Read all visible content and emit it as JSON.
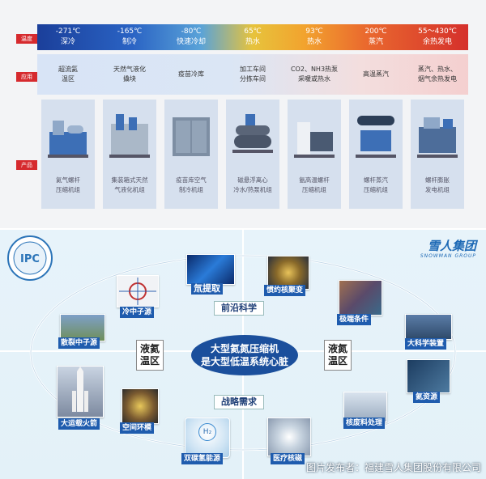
{
  "top_table": {
    "row_labels": {
      "temperature": "温度",
      "application": "应用",
      "product": "产品"
    },
    "temperatures": [
      {
        "value": "-271℃",
        "label": "深冷"
      },
      {
        "value": "-165℃",
        "label": "制冷"
      },
      {
        "value": "-80℃",
        "label": "快速冷却"
      },
      {
        "value": "65℃",
        "label": "热水"
      },
      {
        "value": "93℃",
        "label": "热水"
      },
      {
        "value": "200℃",
        "label": "蒸汽"
      },
      {
        "value": "55～430℃",
        "label": "余热发电"
      }
    ],
    "applications": [
      "超流氦\n温区",
      "天然气液化\n撬块",
      "疫苗冷库",
      "加工车间\n分拣车间",
      "CO2、NH3热泵\n采暖或热水",
      "高温蒸汽",
      "蒸汽、热水、\n烟气余热发电"
    ],
    "products": [
      "氦气螺杆\n压缩机组",
      "集装箱式天然\n气液化机组",
      "疫苗库空气\n制冷机组",
      "磁悬浮离心\n冷水/热泵机组",
      "氨高温螺杆\n压缩机组",
      "螺杆蒸汽\n压缩机组",
      "螺杆膨胀\n发电机组"
    ]
  },
  "diagram": {
    "ipc_logo": "IPC",
    "brand_cn": "雪人集团",
    "brand_en": "SNOWMAN GROUP",
    "center": {
      "line1": "大型氦氮压缩机",
      "line2": "是大型低温系统心脏"
    },
    "left_zone": {
      "line1": "液氦",
      "line2": "温区"
    },
    "right_zone": {
      "line1": "液氮",
      "line2": "温区"
    },
    "section_top": "前沿科学",
    "section_bottom": "战略需求",
    "items": {
      "helium_extraction": "氚提取",
      "fusion": "惯约核聚变",
      "cold_neutron": "冷中子源",
      "extreme_conditions": "极端条件",
      "spallation": "散裂中子源",
      "big_science": "大科学装置",
      "rocket": "大运载火箭",
      "helium_resource": "氦资源",
      "space_env": "空间环模",
      "nuclear_waste": "核废料处理",
      "low_carbon_h2": "双碳氢能源",
      "medical_mri": "医疗核磁",
      "h2_symbol": "H₂"
    },
    "credit": "图片发布者：福建雪人集团股份有限公司"
  },
  "colors": {
    "accent_red": "#d62a2e",
    "navy": "#1f5cae"
  }
}
